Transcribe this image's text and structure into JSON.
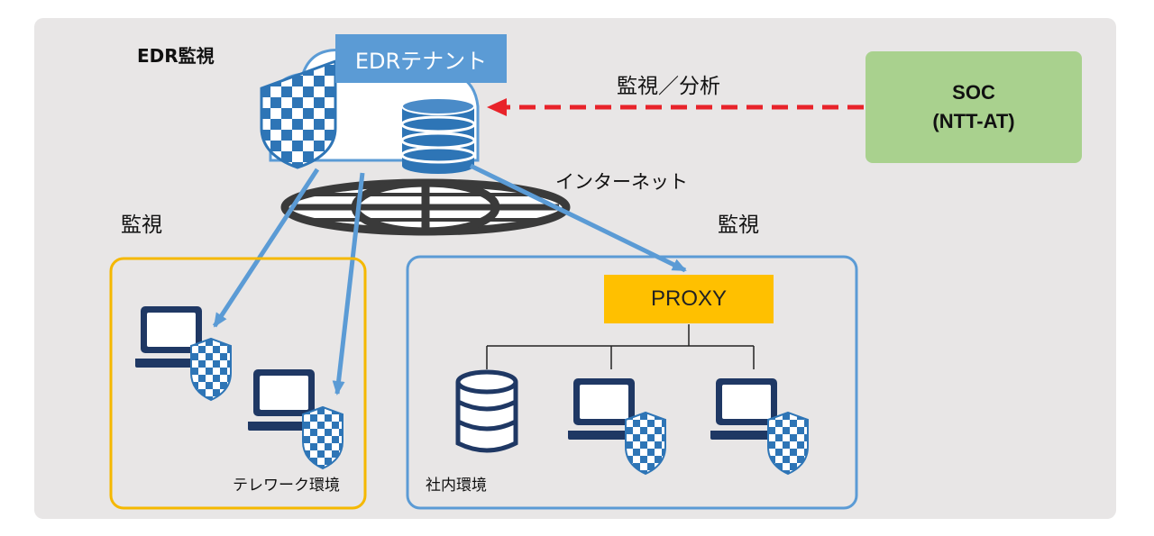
{
  "title": "EDR監視",
  "tenant_label": "EDRテナント",
  "internet_label": "インターネット",
  "soc": {
    "line1": "SOC",
    "line2": "(NTT-AT)"
  },
  "monitor_analyze_label": "監視／分析",
  "left_monitor_label": "監視",
  "right_monitor_label": "監視",
  "proxy_label": "PROXY",
  "telework_label": "テレワーク環境",
  "internal_label": "社内環境",
  "colors": {
    "background": "#e8e6e6",
    "soc_box": "#a9d18e",
    "tenant_box": "#5b9bd5",
    "proxy_box": "#ffc000",
    "telework_border": "#f5b800",
    "internal_border": "#5b9bd5",
    "arrow_blue": "#5b9bd5",
    "arrow_red": "#e8232a",
    "icon_navy": "#1f3864",
    "shield_blue": "#2e75b6"
  }
}
